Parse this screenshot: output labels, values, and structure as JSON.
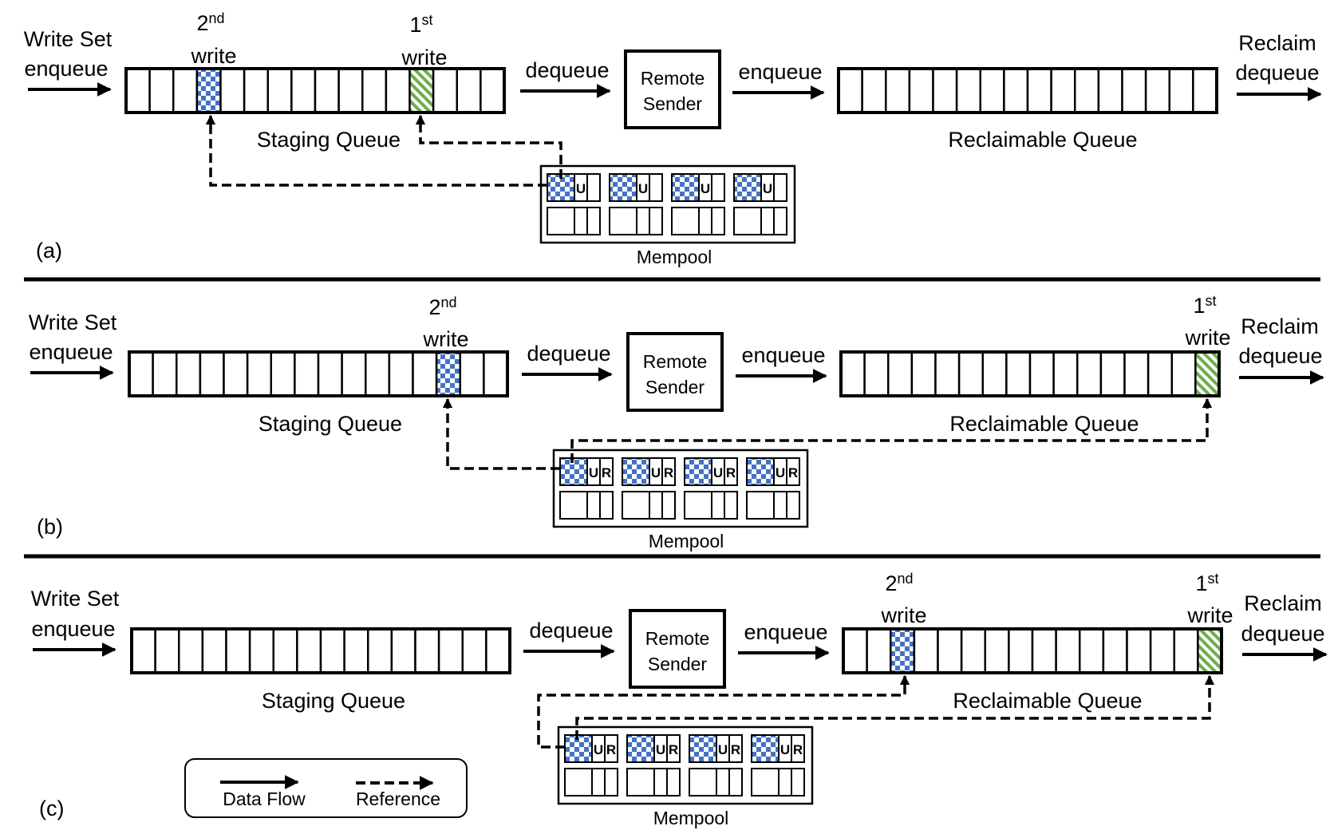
{
  "colors": {
    "checker": "#4472c4",
    "stripe": "#70ad47",
    "line": "#000000"
  },
  "text": {
    "write_set": "Write Set",
    "enqueue": "enqueue",
    "dequeue": "dequeue",
    "remote": "Remote",
    "sender": "Sender",
    "reclaim": "Reclaim",
    "staging_queue": "Staging Queue",
    "reclaimable_queue": "Reclaimable Queue",
    "mempool": "Mempool",
    "write": "write",
    "first_num": "1",
    "first_sup": "st",
    "second_num": "2",
    "second_sup": "nd",
    "u": "U",
    "r": "R"
  },
  "legend": {
    "data_flow": "Data Flow",
    "reference": "Reference"
  },
  "panels": [
    {
      "label": "(a)",
      "slot_flags": [
        "U"
      ]
    },
    {
      "label": "(b)",
      "slot_flags": [
        "U",
        "R"
      ]
    },
    {
      "label": "(c)",
      "slot_flags": [
        "U",
        "R"
      ]
    }
  ]
}
